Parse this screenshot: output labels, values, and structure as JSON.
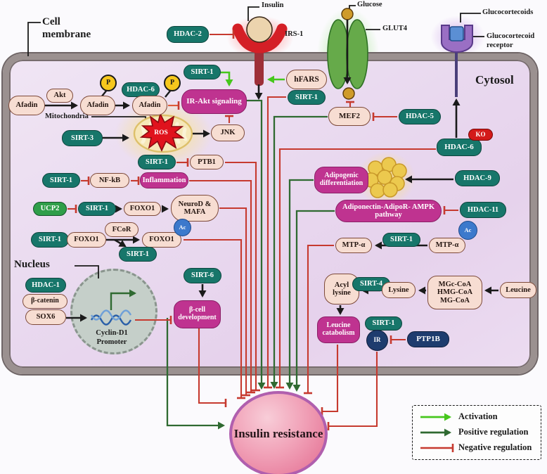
{
  "labels": {
    "cell_membrane": "Cell membrane",
    "cytosol": "Cytosol",
    "nucleus": "Nucleus",
    "mitochondria": "Mitochondria",
    "insulin": "Insulin",
    "irs1": "IRS-1",
    "glucose": "Glucose",
    "glut4": "GLUT4",
    "glucocorticoids": "Glucocortecoids",
    "glucocorticoid_receptor": "Glucocortecoid receptor",
    "ros": "ROS",
    "cyclin_d1_promoter": "Cyclin-D1 Promoter",
    "insulin_resistance": "Insulin resistance"
  },
  "nodes": {
    "hdac1": "HDAC-1",
    "hdac2": "HDAC-2",
    "hdac5": "HDAC-5",
    "hdac6": "HDAC-6",
    "hdac9": "HDAC-9",
    "hdac11": "HDAC-11",
    "sirt1": "SIRT-1",
    "sirt3": "SIRT-3",
    "sirt4": "SIRT-4",
    "sirt6": "SIRT-6",
    "afadin": "Afadin",
    "akt": "Akt",
    "jnk": "JNK",
    "ptb1": "PTB1",
    "nfkb": "NF-kB",
    "inflammation": "Inflammation",
    "ucp2": "UCP2",
    "foxo1": "FOXO1",
    "neurod_mafa": "NeuroD & MAFA",
    "fcor": "FCoR",
    "beta_catenin": "β-catenin",
    "sox6": "SOX6",
    "ir_akt": "IR-Akt signaling",
    "beta_cell": "β-cell development",
    "mef2": "MEF2",
    "hfars": "hFARS",
    "adipogenic": "Adipogenic differentiation",
    "adiponectin": "Adiponectin-AdipoR- AMPK pathway",
    "mtp_alpha": "MTP-α",
    "acyl_lysine": "Acyl lysine",
    "lysine": "Lysine",
    "leucine": "Leucine",
    "coa1": "MGc-CoA",
    "coa2": "HMG-CoA",
    "coa3": "MG-CoA",
    "leucine_catabolism": "Leucine catabolism",
    "ir": "IR",
    "ptp1b": "PTP1B",
    "p_badge": "P",
    "ac_badge": "Ac",
    "ko_badge": "KO"
  },
  "legend": {
    "activation": "Activation",
    "positive": "Positive regulation",
    "negative": "Negative regulation"
  },
  "colors": {
    "teal_node": "#17766a",
    "pink_node": "#f7ddd2",
    "magenta_node": "#bf3390",
    "navy_node": "#1e3c6e",
    "green_node": "#2f9e49",
    "activation_green": "#46c71c",
    "positive_green": "#2f6a31",
    "negative_red": "#c63a2f",
    "membrane_gray": "#9b9190",
    "cytosol_fill": "#e9d9ef"
  }
}
